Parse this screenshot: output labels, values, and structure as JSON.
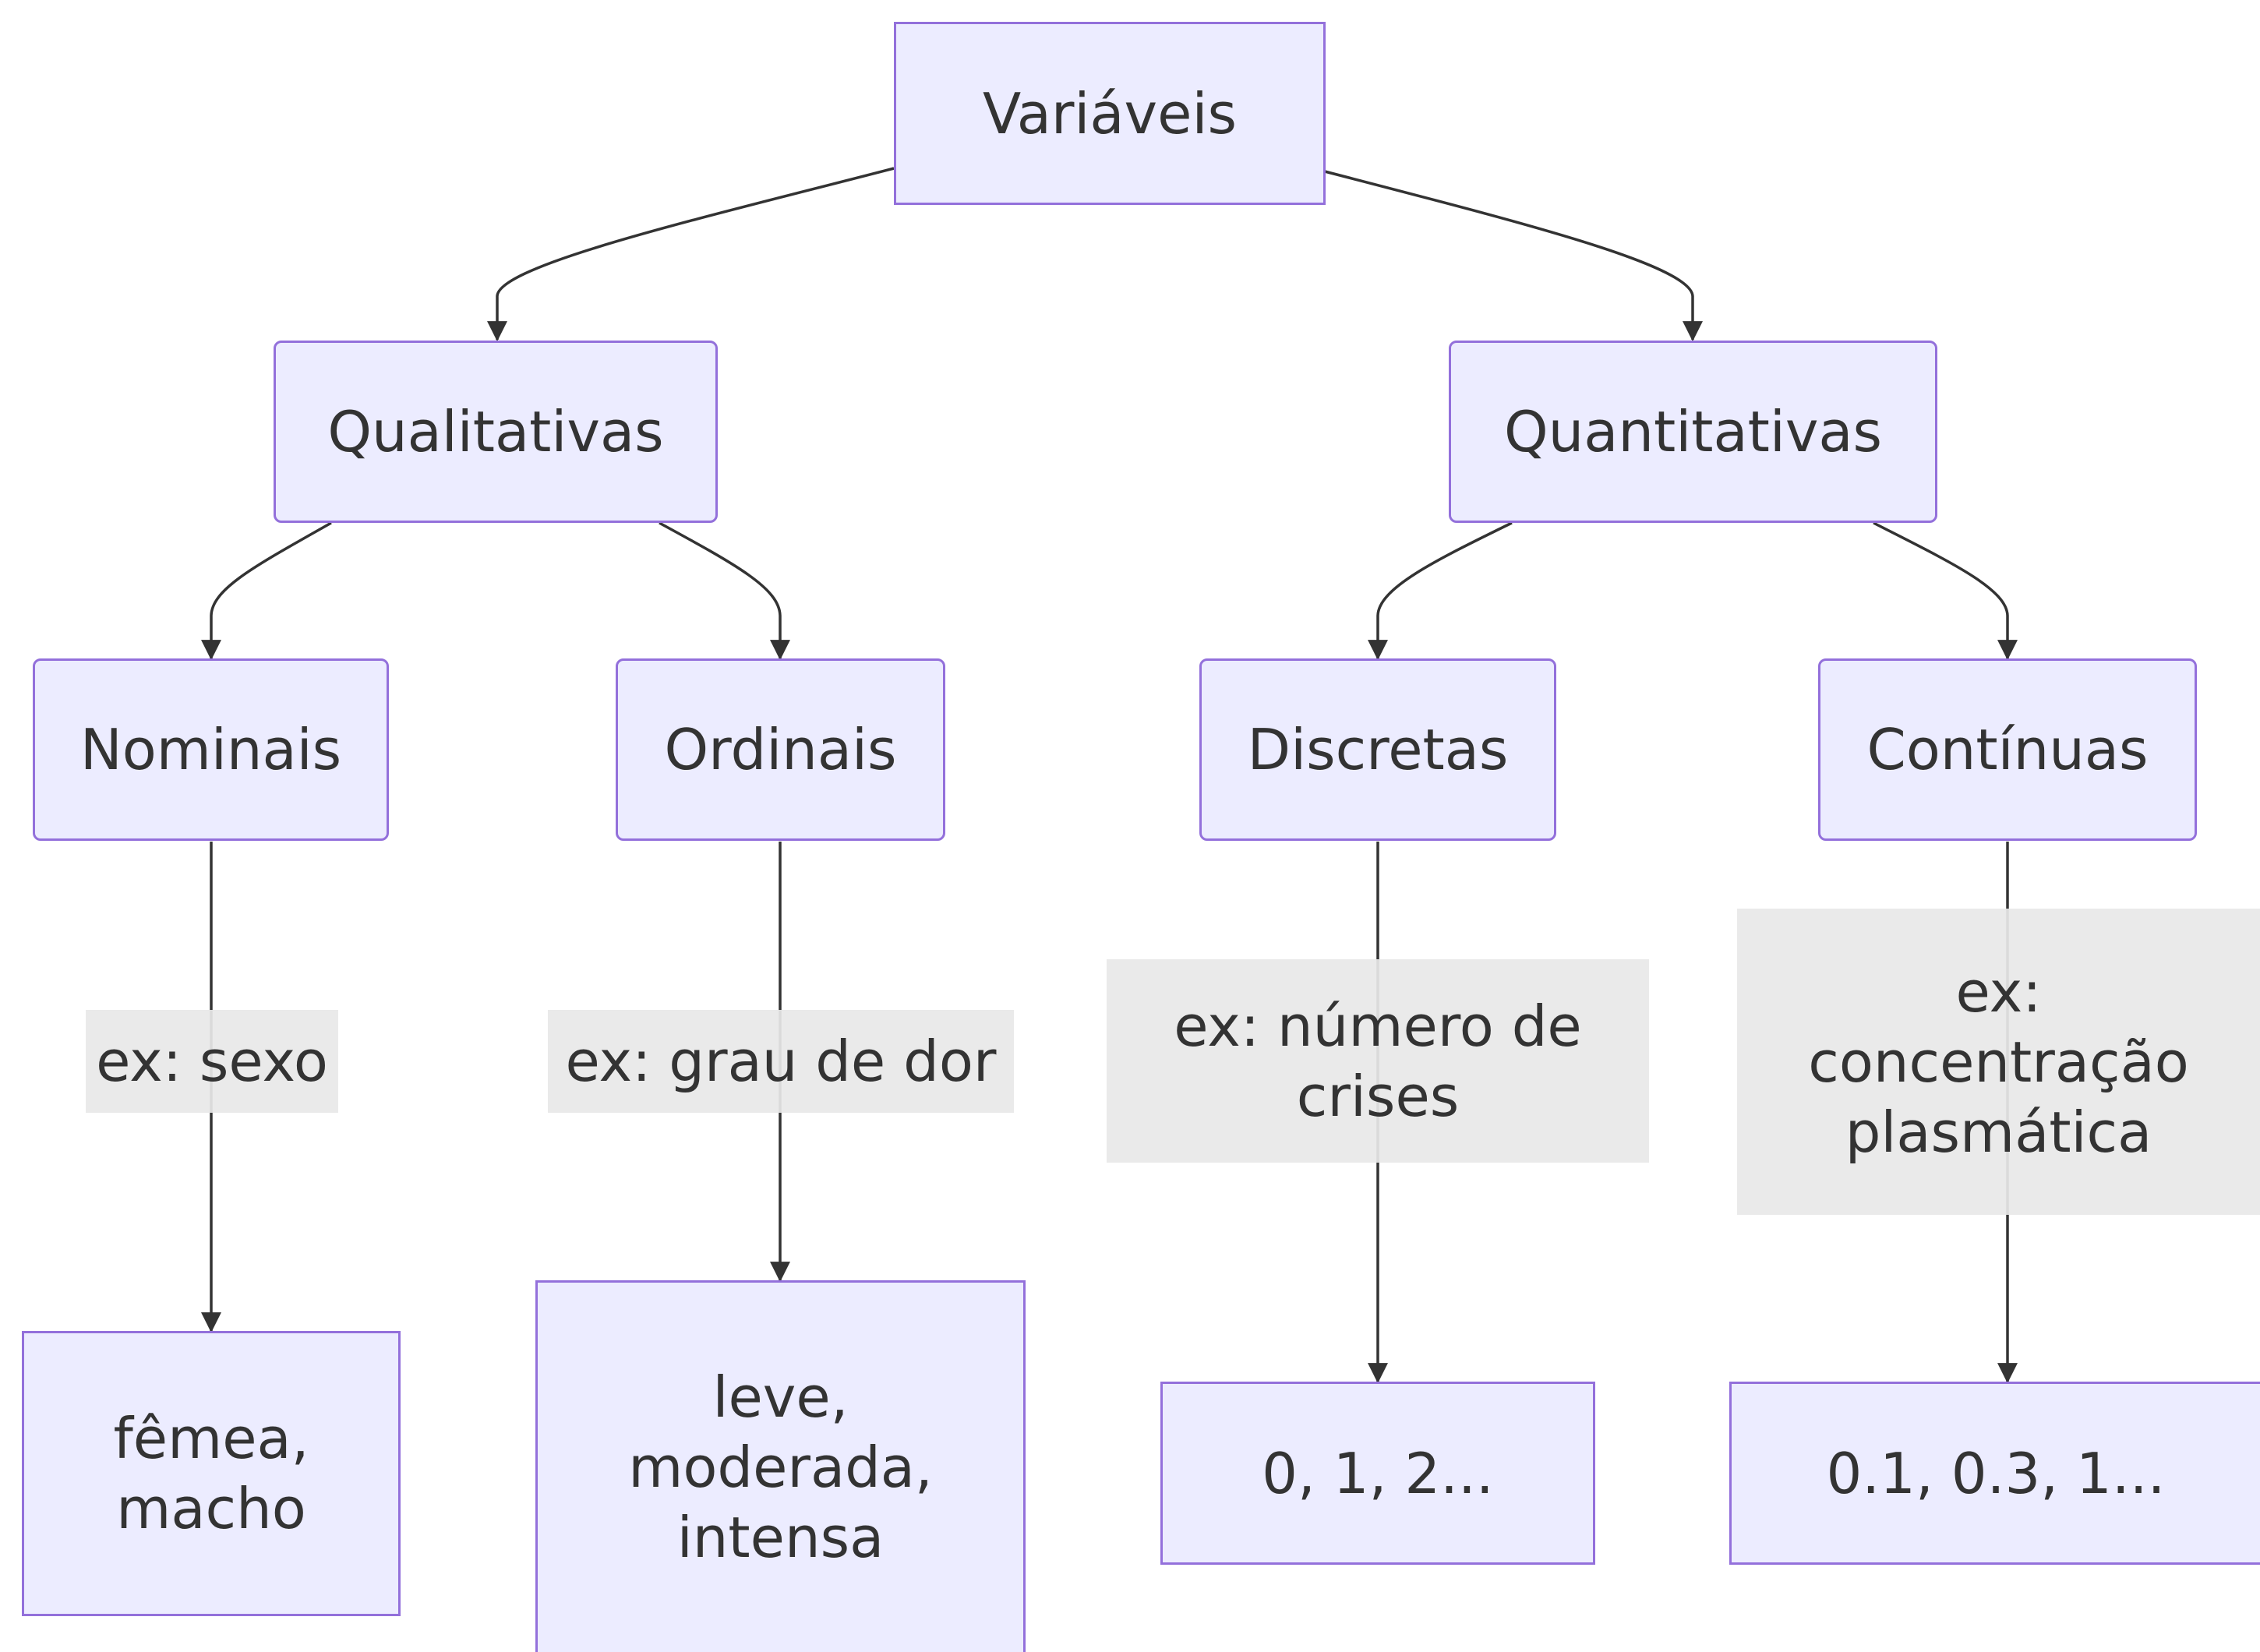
{
  "nodes": {
    "root": "Variáveis",
    "qualitativas": "Qualitativas",
    "quantitativas": "Quantitativas",
    "nominais": "Nominais",
    "ordinais": "Ordinais",
    "discretas": "Discretas",
    "continuas": "Contínuas",
    "nominais_example": "fêmea,\nmacho",
    "ordinais_example": "leve,\nmoderada,\nintensa",
    "discretas_example": "0, 1, 2...",
    "continuas_example": "0.1, 0.3, 1..."
  },
  "edge_labels": {
    "nominais": "ex: sexo",
    "ordinais": "ex: grau de dor",
    "discretas": "ex: número de\ncrises",
    "continuas": "ex:\nconcentração\nplasmática"
  },
  "colors": {
    "node_fill": "#ececff",
    "node_border": "#9370db",
    "edge": "#333333",
    "edge_label_bg": "#e8e8e8",
    "text": "#333333"
  }
}
